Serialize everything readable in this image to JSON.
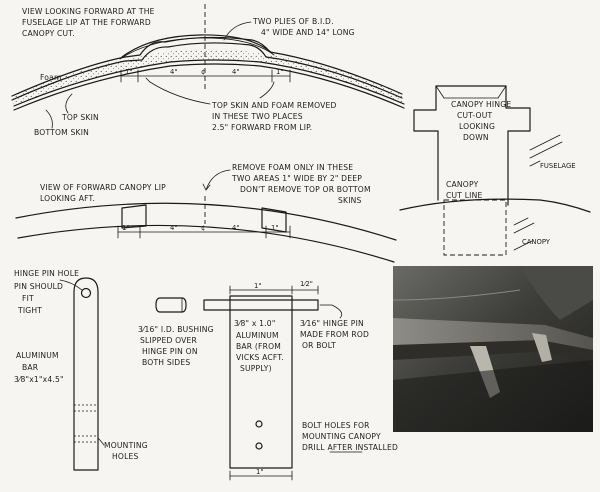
{
  "section_view": {
    "title_lines": [
      "VIEW LOOKING FORWARD AT THE",
      "FUSELAGE LIP AT THE FORWARD",
      "CANOPY CUT."
    ],
    "bid_note_lines": [
      "TWO PLIES OF B.I.D.",
      "4\" WIDE AND 14\" LONG"
    ],
    "foam_label": "Foam",
    "top_skin_label": "TOP SKIN",
    "bottom_skin_label": "BOTTOM SKIN",
    "removal_note_lines": [
      "TOP SKIN AND FOAM REMOVED",
      "IN THESE TWO PLACES",
      "2.5\" FORWARD FROM LIP."
    ],
    "dimensions": [
      "1\"",
      "4\"",
      "¢",
      "4\"",
      "1\""
    ]
  },
  "hinge_cutout": {
    "label_lines": [
      "CANOPY HINGE",
      "CUT-OUT",
      "LOOKING",
      "DOWN"
    ],
    "cut_line_lines": [
      "CANOPY",
      "CUT LINE"
    ],
    "fuselage_label": "FUSELAGE",
    "canopy_label": "CANOPY"
  },
  "lip_view": {
    "title_lines": [
      "VIEW OF FORWARD CANOPY LIP",
      "LOOKING AFT."
    ],
    "foam_note_lines": [
      "REMOVE FOAM ONLY IN THESE",
      "TWO AREAS 1\" WIDE BY 2\" DEEP",
      "DON'T REMOVE TOP OR BOTTOM",
      "SKINS"
    ],
    "dimensions": [
      "1\"",
      "4\"",
      "¢",
      "4\"",
      "1\""
    ]
  },
  "hinge_bar": {
    "note_lines": [
      "HINGE PIN HOLE",
      "PIN SHOULD",
      "FIT",
      "TIGHT"
    ],
    "material_lines": [
      "ALUMINUM",
      "BAR",
      "3⁄8\"x1\"x4.5\""
    ],
    "mounting_lines": [
      "MOUNTING",
      "HOLES"
    ]
  },
  "bushing": {
    "note_lines": [
      "3⁄16\" I.D. BUSHING",
      "SLIPPED OVER",
      "HINGE PIN ON",
      "BOTH SIDES"
    ]
  },
  "canopy_bar": {
    "top_dimension": "1\"",
    "side_dimension": "1⁄2\"",
    "material_lines": [
      "3⁄8\" x 1.0\"",
      "ALUMINUM",
      "BAR (FROM",
      "VICKS ACFT.",
      "SUPPLY)"
    ],
    "bottom_dimension": "1\""
  },
  "hinge_pin": {
    "note_lines": [
      "3⁄16\" HINGE PIN",
      "MADE FROM ROD",
      "OR BOLT"
    ]
  },
  "bolt_note": {
    "lines": [
      "BOLT HOLES FOR",
      "MOUNTING CANOPY"
    ],
    "drill_line": "DRILL AFTER INSTALLED"
  }
}
